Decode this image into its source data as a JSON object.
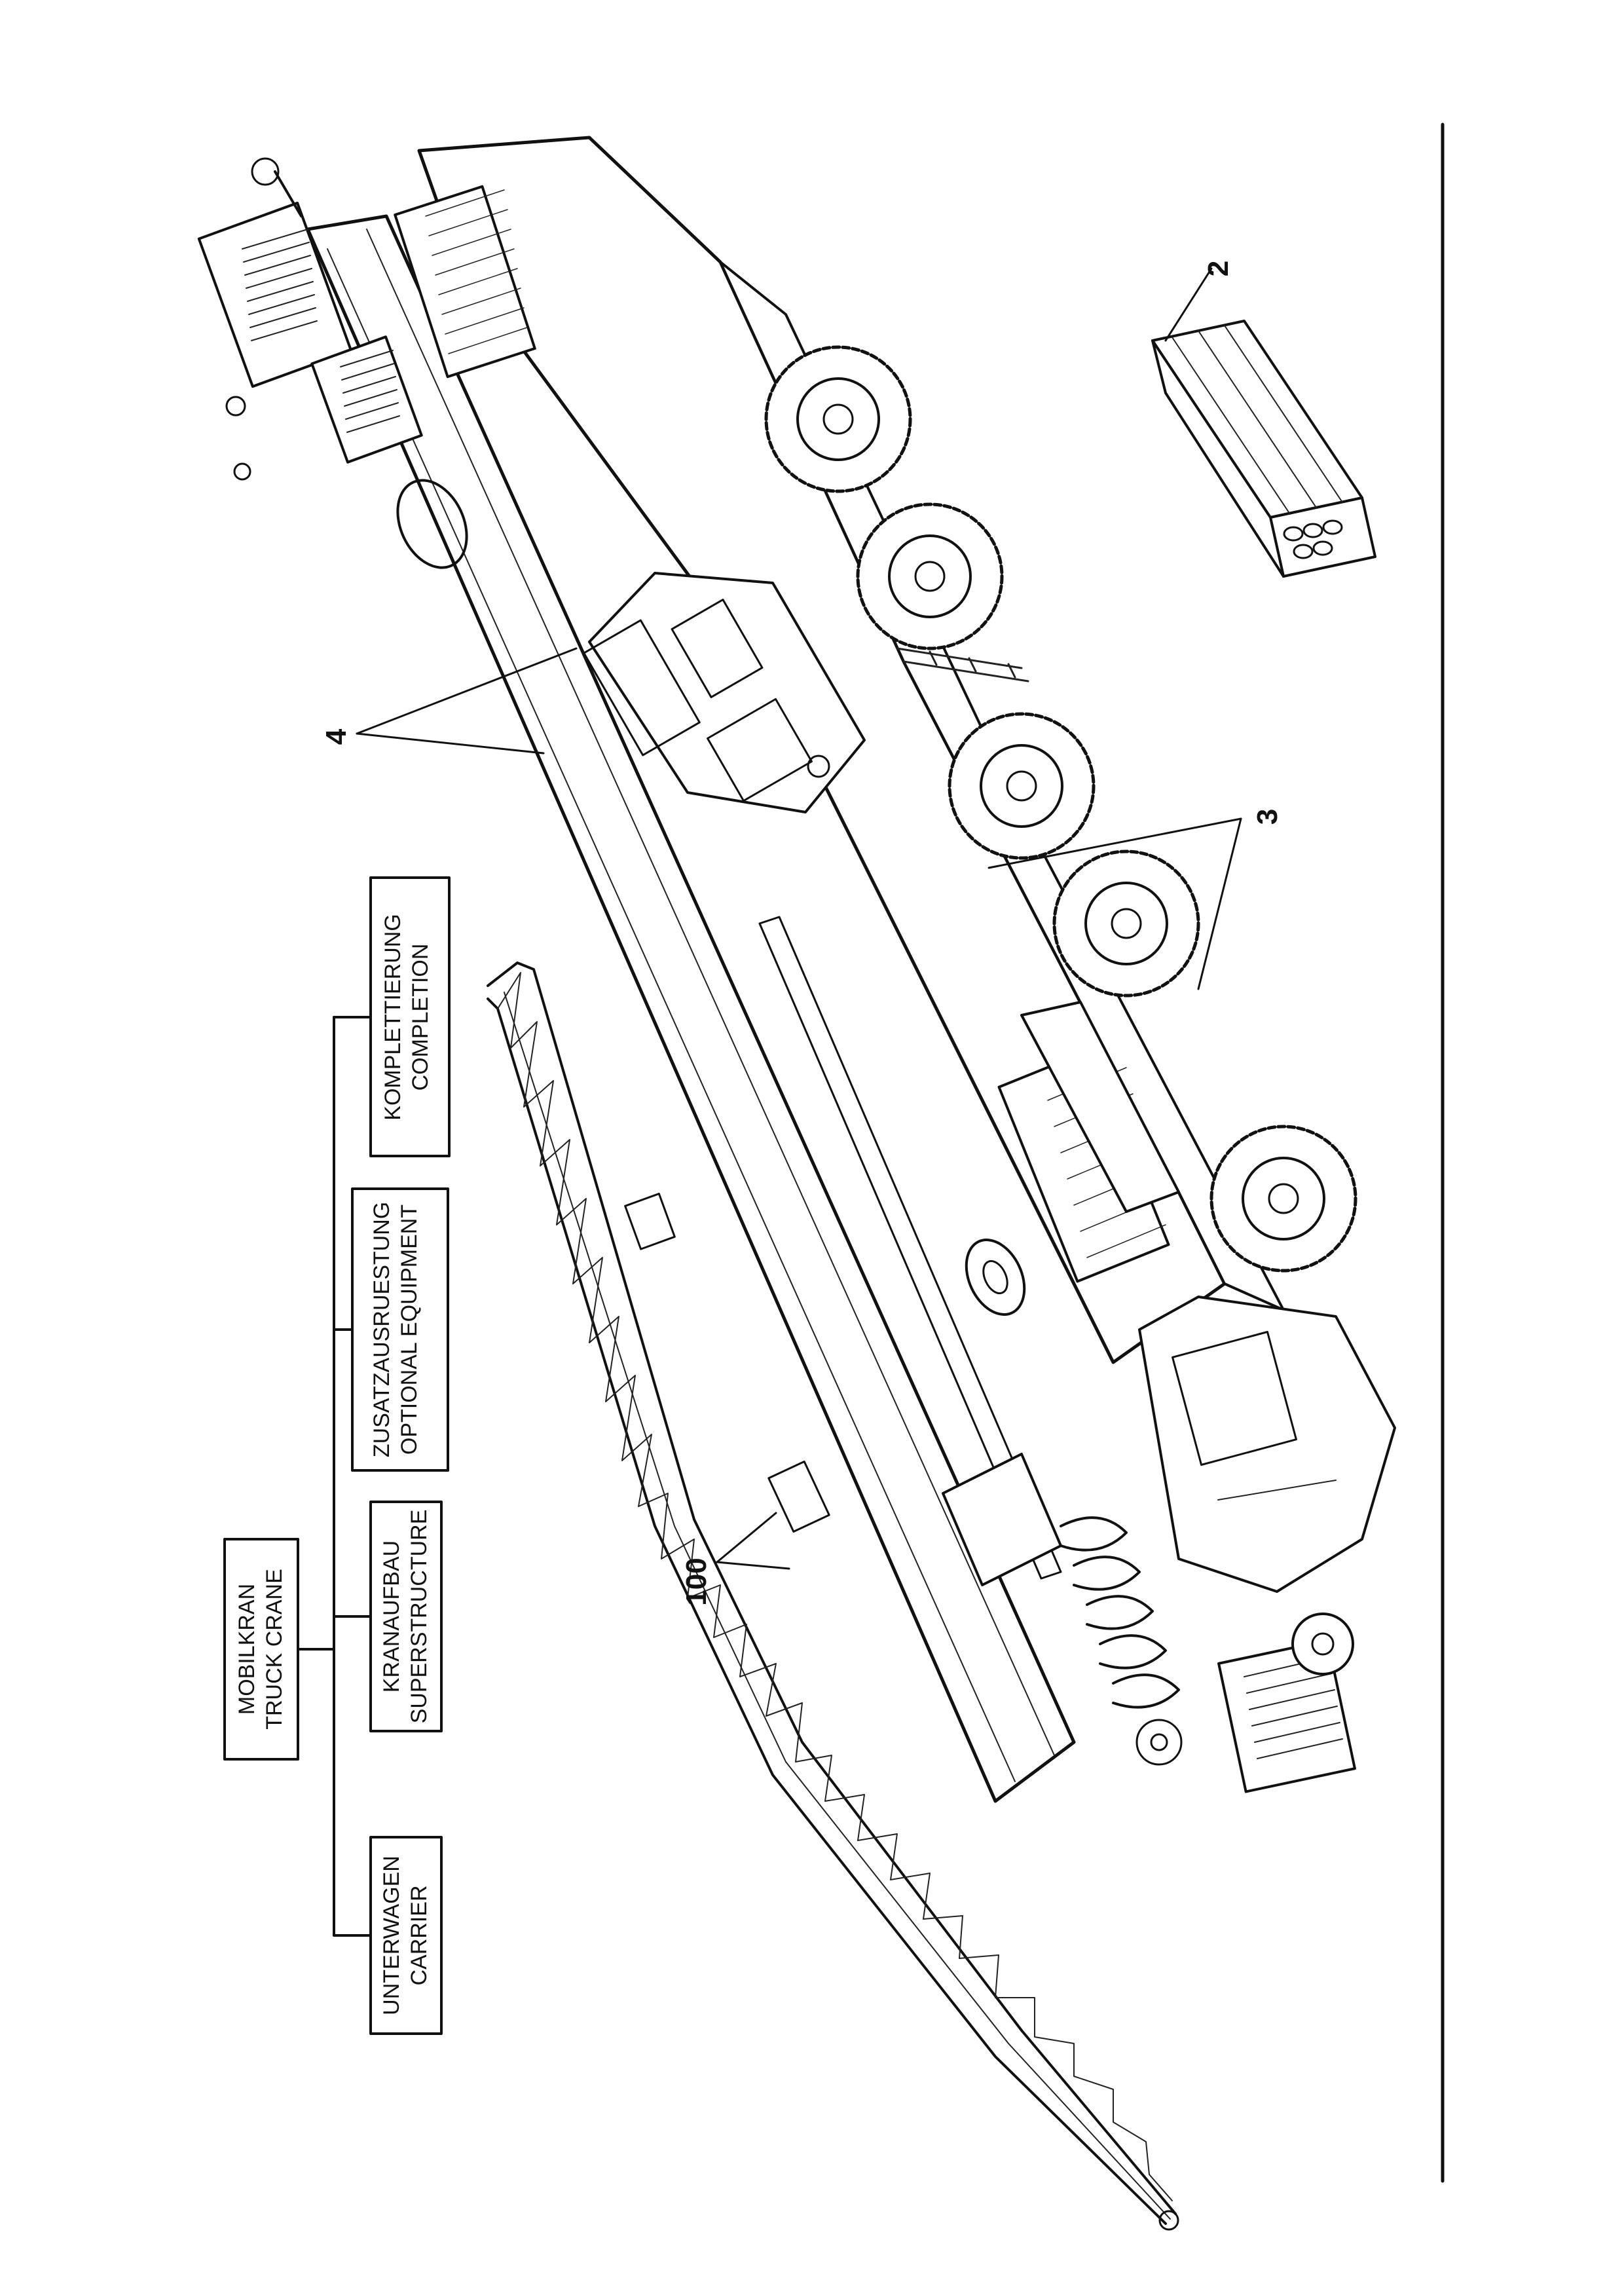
{
  "tree": {
    "root": {
      "line1": "MOBILKRAN",
      "line2": "TRUCK CRANE"
    },
    "children": [
      {
        "line1": "UNTERWAGEN",
        "line2": "CARRIER"
      },
      {
        "line1": "KRANAUFBAU",
        "line2": "SUPERSTRUCTURE"
      },
      {
        "line1": "ZUSATZAUSRUESTUNG",
        "line2": "OPTIONAL EQUIPMENT"
      },
      {
        "line1": "KOMPLETTIERUNG",
        "line2": "COMPLETION"
      }
    ]
  },
  "callouts": [
    {
      "text": "100"
    },
    {
      "text": "4"
    },
    {
      "text": "3"
    },
    {
      "text": "2"
    }
  ],
  "colors": {
    "ink": "#111111",
    "paper": "#ffffff"
  }
}
